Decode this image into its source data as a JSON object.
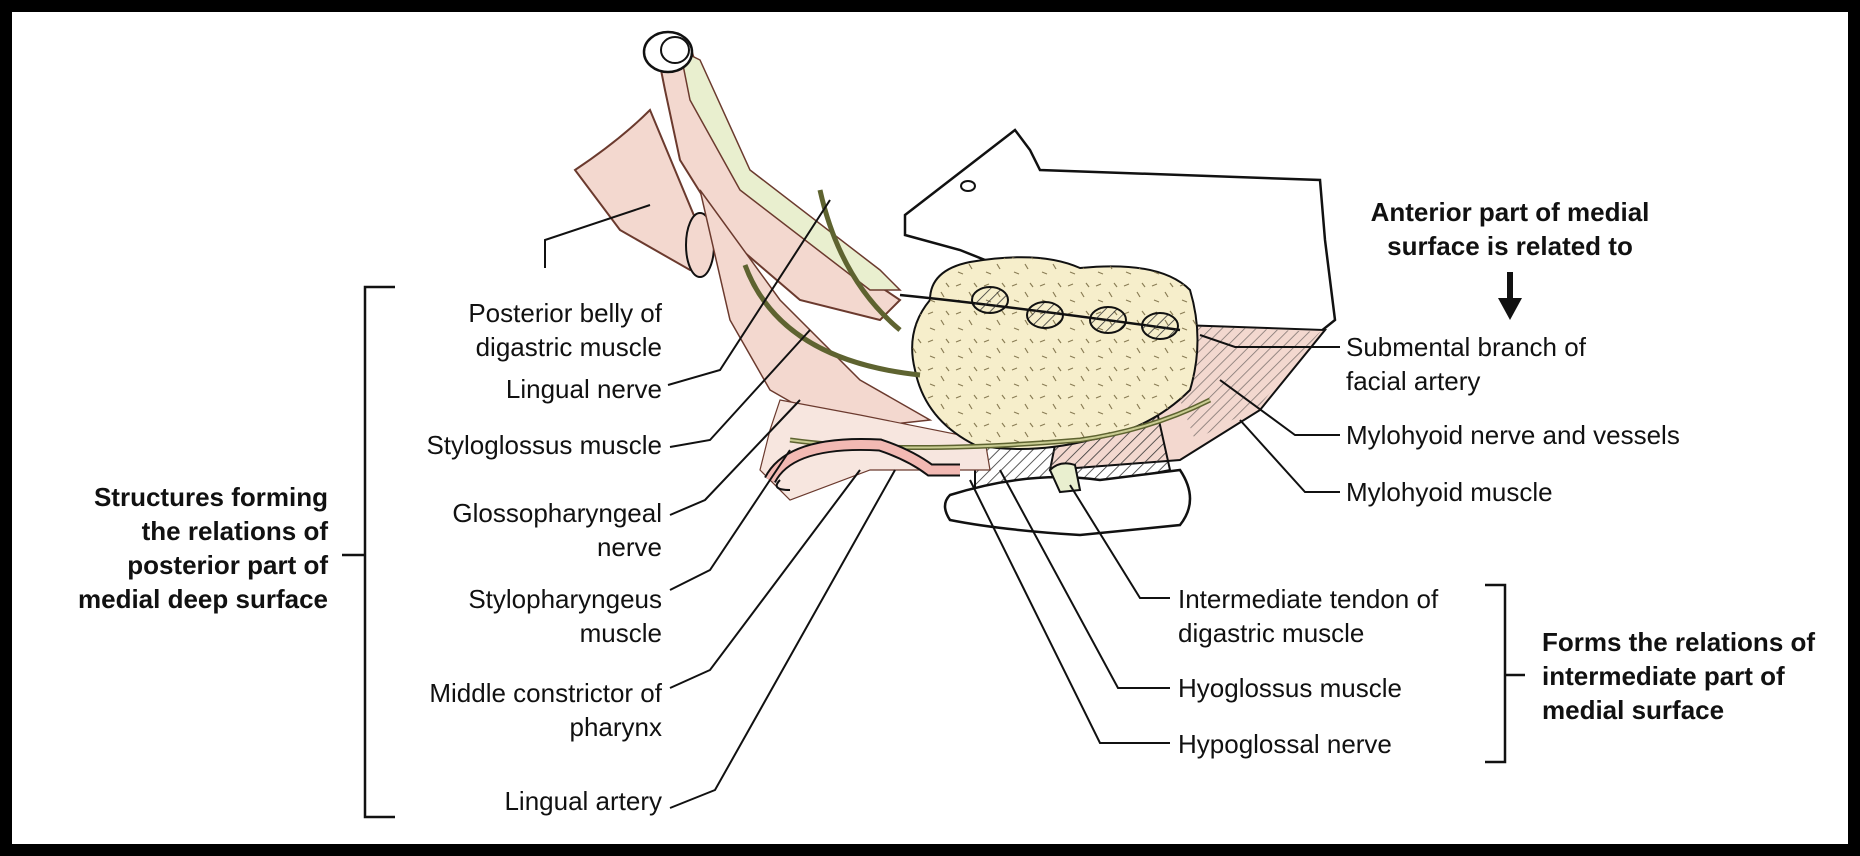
{
  "colors": {
    "muscle": "#f3d8cf",
    "muscle_stroke": "#6b3a2e",
    "gland": "#f6eecb",
    "tendon": "#e9efcf",
    "artery": "#f2b9b3",
    "nerve": "#9aa05a",
    "outline": "#111111"
  },
  "left_labels": {
    "posterior_belly": [
      "Posterior belly of",
      "digastric muscle"
    ],
    "lingual_nerve": [
      "Lingual nerve"
    ],
    "styloglossus": [
      "Styloglossus muscle"
    ],
    "glossopharyngeal": [
      "Glossopharyngeal",
      "nerve"
    ],
    "stylopharyngeus": [
      "Stylopharyngeus",
      "muscle"
    ],
    "middle_constrictor": [
      "Middle constrictor of",
      "pharynx"
    ],
    "lingual_artery": [
      "Lingual artery"
    ]
  },
  "left_group": [
    "Structures forming",
    "the relations of",
    "posterior part of",
    "medial deep surface"
  ],
  "right_top": [
    "Anterior part of medial",
    "surface is related to"
  ],
  "right_labels": {
    "submental": [
      "Submental branch of",
      "facial artery"
    ],
    "mylohyoid_nerve": [
      "Mylohyoid nerve and vessels"
    ],
    "mylohyoid_muscle": [
      "Mylohyoid muscle"
    ]
  },
  "bottom_labels": {
    "intermediate_tendon": [
      "Intermediate tendon of",
      "digastric muscle"
    ],
    "hyoglossus": [
      "Hyoglossus muscle"
    ],
    "hypoglossal": [
      "Hypoglossal nerve"
    ]
  },
  "right_group": [
    "Forms the relations of",
    "intermediate part of",
    "medial surface"
  ]
}
